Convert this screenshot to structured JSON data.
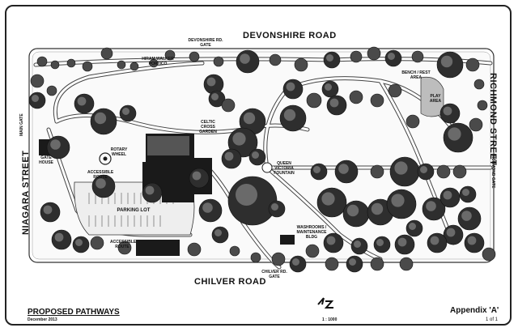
{
  "roads": {
    "north": "DEVONSHIRE ROAD",
    "south": "CHILVER ROAD",
    "west": "NIAGARA STREET",
    "east": "RICHMOND STREET"
  },
  "labels": {
    "devonshire_gate": "DEVONSHIRE RD. GATE",
    "hiram_walker": "HIRAM WALKER PORTICO",
    "bench_rest": "BENCH / REST AREA",
    "play_area": "PLAY AREA",
    "celtic_cross": "CELTIC CROSS GARDEN",
    "rotary_wheel": "ROTARY WHEEL",
    "main_gate": "MAIN GATE",
    "gate_house": "GATE HOUSE",
    "accessible_route": "ACCESSIBLE ROUTE",
    "accessible_route_2": "ACCESSIBLE ROUTE",
    "parking_lot": "PARKING LOT",
    "queen_victoria": "QUEEN VICTORIA FOUNTAIN",
    "washrooms": "WASHROOMS / MAINTENANCE BLDG",
    "chilver_gate": "CHILVER RD. GATE",
    "richmond_gate": "RICHMOND GATE"
  },
  "footer": {
    "title": "PROPOSED PATHWAYS",
    "date": "December 2013",
    "scale": "1 : 1000",
    "appendix": "Appendix 'A'",
    "page": "1 of 1"
  },
  "colors": {
    "ink": "#111111",
    "path": "#ffffff",
    "building": "#1a1a1a",
    "tree": "#3a3a3a",
    "play": "#bdbdbd"
  }
}
